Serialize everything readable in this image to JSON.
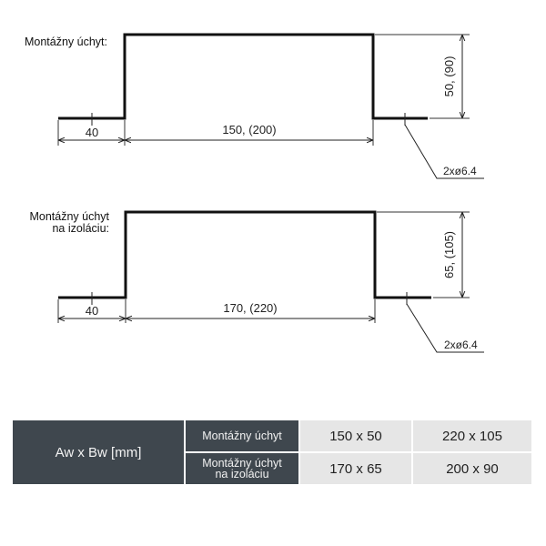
{
  "diagram1": {
    "label": "Montážny úchyt:",
    "dim_left": "40",
    "dim_width": "150, (200)",
    "dim_height": "50, (90)",
    "hole": "2xø6.4"
  },
  "diagram2": {
    "label_line1": "Montážny úchyt",
    "label_line2": "na izoláciu:",
    "dim_left": "40",
    "dim_width": "170, (220)",
    "dim_height": "65, (105)",
    "hole": "2xø6.4"
  },
  "table": {
    "header": "Aw x Bw [mm]",
    "rows": [
      {
        "label_line1": "Montážny úchyt",
        "label_line2": "",
        "c1": "150 x 50",
        "c2": "220 x 105"
      },
      {
        "label_line1": "Montážny úchyt",
        "label_line2": "na izoláciu",
        "c1": "170 x 65",
        "c2": "200 x 90"
      }
    ]
  },
  "colors": {
    "dark_header": "#3f474e",
    "cell_bg": "#e6e6e6",
    "line": "#111111"
  }
}
